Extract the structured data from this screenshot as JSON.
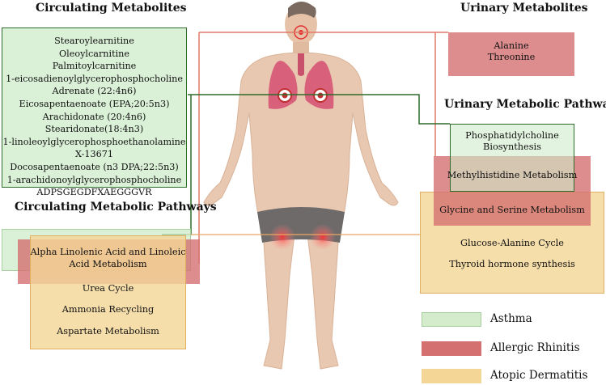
{
  "headings": {
    "circulating_metabolites": "Circulating Metabolites",
    "circulating_pathways": "Circulating Metabolic Pathways",
    "urinary_metabolites": "Urinary Metabolites",
    "urinary_pathways": "Urinary Metabolic Pathways"
  },
  "circulating_metabolites": [
    "Stearoylearnitine",
    "Oleoylcarnitine",
    "Palmitoylcarnitine",
    "1-eicosadienoylglycerophosphocholine",
    "Adrenate (22:4n6)",
    "Eicosapentaenoate (EPA;20:5n3)",
    "Arachidonate (20:4n6)",
    "Stearidonate(18:4n3)",
    "1-linoleoylglycerophosphoethanolamine",
    "X-13671",
    "Docosapentaenoate (n3 DPA;22:5n3)",
    "1-arachidonoylglycerophosphocholine",
    "ADPSGEGDFXAEGGGVR"
  ],
  "circulating_pathways": {
    "shared_green_red_orange": [
      "Alpha Linolenic Acid and Linoleic",
      "Acid Metabolism"
    ],
    "orange_only": [
      "Urea Cycle",
      "Ammonia Recycling",
      "Aspartate Metabolism"
    ]
  },
  "urinary_metabolites": [
    "Alanine",
    "Threonine"
  ],
  "urinary_pathways": {
    "green": [
      "Phosphatidylcholine",
      "Biosynthesis"
    ],
    "red": "Methylhistidine Metabolism",
    "red_orange": "Glycine and Serine Metabolism",
    "orange": [
      "Glucose-Alanine Cycle",
      "Thyroid hormone synthesis"
    ]
  },
  "legend": [
    {
      "label": "Asthma",
      "color": "#d4ebcc"
    },
    {
      "label": "Allergic Rhinitis",
      "color": "#d47070"
    },
    {
      "label": "Atopic Dermatitis",
      "color": "#f4d696"
    }
  ],
  "colors": {
    "green_line": "#2f6b2a",
    "red_line": "#e07a6a",
    "orange_line": "#e8a860",
    "body_skin": "#e8c8b0",
    "lungs": "#d9607a"
  }
}
